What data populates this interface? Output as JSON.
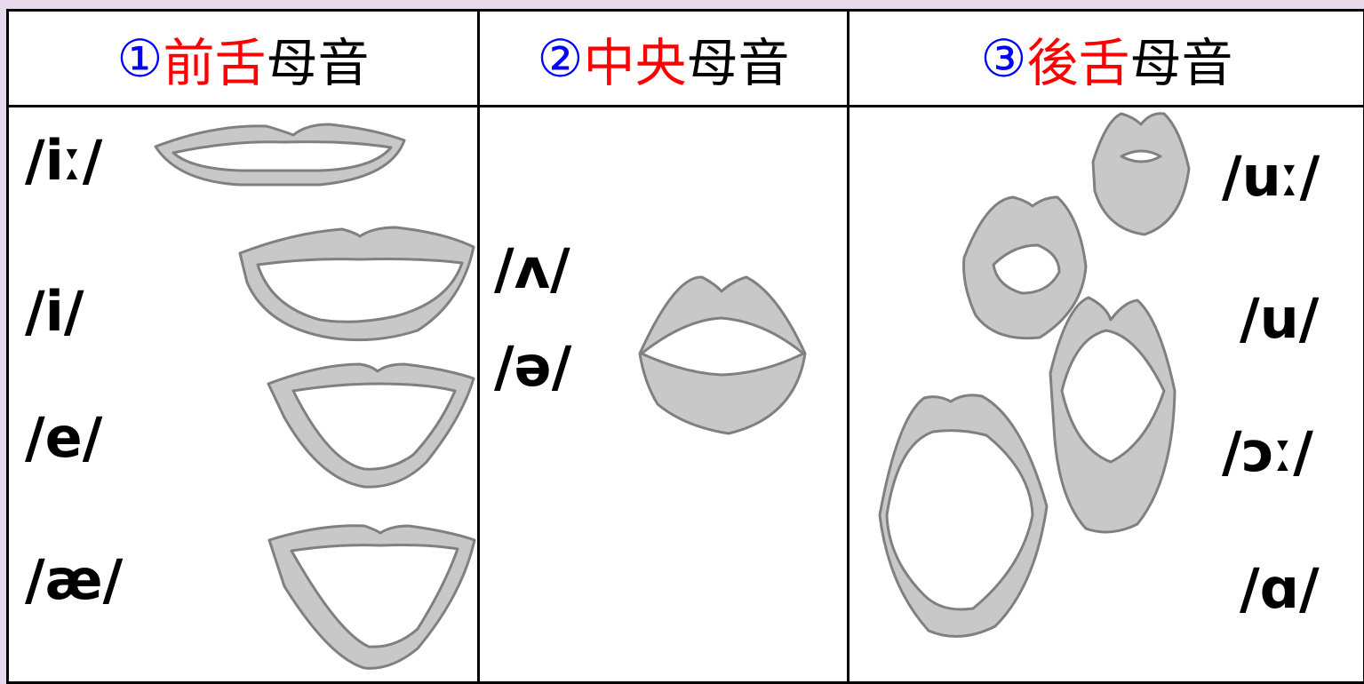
{
  "columns": [
    {
      "num": "①",
      "place": "前舌",
      "suffix": "母音"
    },
    {
      "num": "②",
      "place": "中央",
      "suffix": "母音"
    },
    {
      "num": "③",
      "place": "後舌",
      "suffix": "母音"
    }
  ],
  "front_vowels": [
    "/iː/",
    "/i/",
    "/e/",
    "/æ/"
  ],
  "central_vowels": [
    "/ʌ/",
    "/ə/"
  ],
  "back_vowels": [
    "/uː/",
    "/u/",
    "/ɔː/",
    "/ɑ/"
  ],
  "colors": {
    "number": "#0000ff",
    "place": "#ff0000",
    "text": "#000000",
    "mouth_fill": "#c8c8c8",
    "mouth_stroke": "#808080",
    "background": "#e8d8ec"
  }
}
